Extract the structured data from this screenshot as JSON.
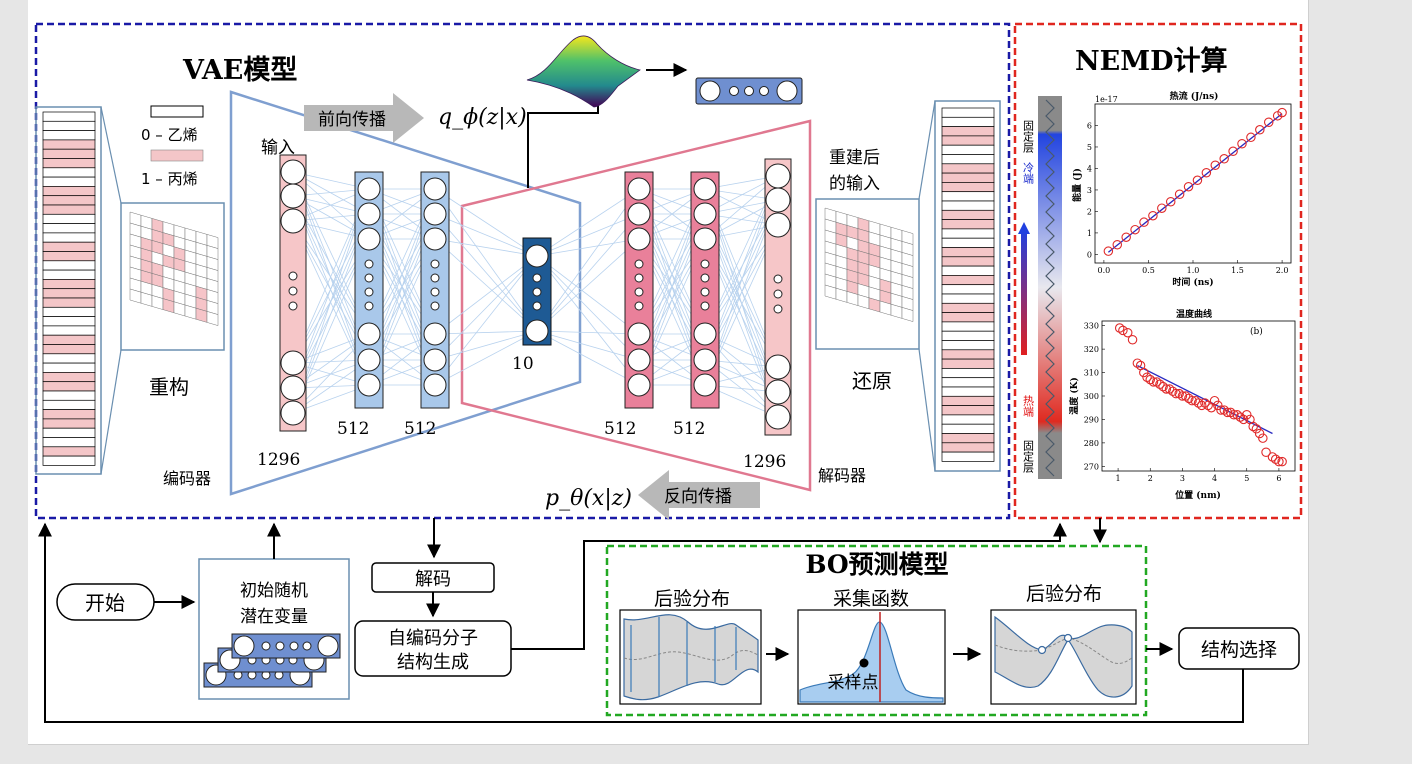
{
  "vae": {
    "title": "VAE模型",
    "legend_zero": "0 – 乙烯",
    "legend_one": "1 – 丙烯",
    "forward_label": "前向传播",
    "backward_label": "反向传播",
    "input_label": "输入",
    "recon_input_label_1": "重建后",
    "recon_input_label_2": "的输入",
    "restructure_label": "重构",
    "restore_label": "还原",
    "encoder_label": "编码器",
    "decoder_label": "解码器",
    "q_formula": "q_ϕ(z|x)",
    "p_formula": "p_θ(x|z)",
    "layer_sizes": [
      "1296",
      "512",
      "512",
      "10",
      "512",
      "512",
      "1296"
    ]
  },
  "nemd": {
    "title": "NEMD计算",
    "fixed_layer_top": "固定层",
    "fixed_layer_bottom": "固定层",
    "cold_end": "冷端",
    "hot_end": "热端",
    "plot_a_title": "热流 (J/ns)",
    "plot_a_exponent": "1e-17",
    "plot_a_ylabel": "能量 (J)",
    "plot_a_xlabel": "时间 (ns)",
    "plot_b_title": "温度曲线",
    "plot_b_tag": "(b)",
    "plot_b_ylabel": "温度 (K)",
    "plot_b_xlabel": "位置 (nm)",
    "plot_a_xticks": [
      "0.0",
      "0.5",
      "1.0",
      "1.5",
      "2.0"
    ],
    "plot_a_yticks": [
      "0",
      "1",
      "2",
      "3",
      "4",
      "5",
      "6"
    ],
    "plot_b_xticks": [
      "1",
      "2",
      "3",
      "4",
      "5",
      "6"
    ],
    "plot_b_yticks": [
      "270",
      "280",
      "290",
      "300",
      "310",
      "320",
      "330"
    ]
  },
  "flow": {
    "start": "开始",
    "init_1": "初始随机",
    "init_2": "潜在变量",
    "decode": "解码",
    "gen_1": "自编码分子",
    "gen_2": "结构生成",
    "select": "结构选择"
  },
  "bo": {
    "title": "BO预测模型",
    "posterior_1": "后验分布",
    "acquisition": "采集函数",
    "posterior_2": "后验分布",
    "sample_point": "采样点"
  },
  "colors": {
    "vae_border": "#1a1aa6",
    "nemd_border": "#e0261f",
    "bo_border": "#22a822",
    "encoder_frame": "#7f9fd0",
    "decoder_frame": "#e07890"
  },
  "chart_data": [
    {
      "type": "scatter",
      "title": "热流 (J/ns)",
      "xlabel": "时间 (ns)",
      "ylabel": "能量 (J)",
      "xlim": [
        -0.1,
        2.1
      ],
      "ylim": [
        -0.4,
        7.0
      ],
      "y_scale_note": "1e-17",
      "x": [
        0.05,
        0.15,
        0.25,
        0.35,
        0.45,
        0.55,
        0.65,
        0.75,
        0.85,
        0.95,
        1.05,
        1.15,
        1.25,
        1.35,
        1.45,
        1.55,
        1.65,
        1.75,
        1.85,
        1.95,
        2.0
      ],
      "y": [
        0.15,
        0.45,
        0.8,
        1.15,
        1.5,
        1.8,
        2.15,
        2.45,
        2.8,
        3.15,
        3.45,
        3.8,
        4.15,
        4.45,
        4.8,
        5.15,
        5.45,
        5.8,
        6.15,
        6.45,
        6.6
      ],
      "fit_line": {
        "x": [
          0.05,
          2.0
        ],
        "y": [
          0.1,
          6.55
        ]
      }
    },
    {
      "type": "scatter",
      "title": "温度曲线",
      "xlabel": "位置 (nm)",
      "ylabel": "温度 (K)",
      "xlim": [
        0.5,
        6.5
      ],
      "ylim": [
        268,
        332
      ],
      "x": [
        1.05,
        1.15,
        1.3,
        1.45,
        1.6,
        1.7,
        1.8,
        1.9,
        2.0,
        2.1,
        2.2,
        2.3,
        2.4,
        2.5,
        2.6,
        2.7,
        2.8,
        2.9,
        3.0,
        3.1,
        3.2,
        3.3,
        3.4,
        3.5,
        3.6,
        3.7,
        3.8,
        3.9,
        4.0,
        4.1,
        4.2,
        4.3,
        4.4,
        4.5,
        4.6,
        4.7,
        4.8,
        4.9,
        5.0,
        5.1,
        5.2,
        5.3,
        5.4,
        5.5,
        5.6,
        5.8,
        5.9,
        6.0,
        6.1
      ],
      "y": [
        329,
        328,
        327,
        324,
        314,
        313,
        310,
        308,
        307,
        306,
        306,
        305,
        304,
        303,
        303,
        302,
        301,
        301,
        300,
        300,
        299,
        298,
        298,
        297,
        296,
        297,
        296,
        295,
        298,
        296,
        294,
        294,
        293,
        293,
        292,
        292,
        291,
        290,
        292,
        290,
        287,
        286,
        284,
        282,
        276,
        274,
        273,
        272,
        272
      ],
      "fit_line": {
        "x": [
          1.6,
          5.8
        ],
        "y": [
          313,
          284
        ]
      }
    }
  ]
}
